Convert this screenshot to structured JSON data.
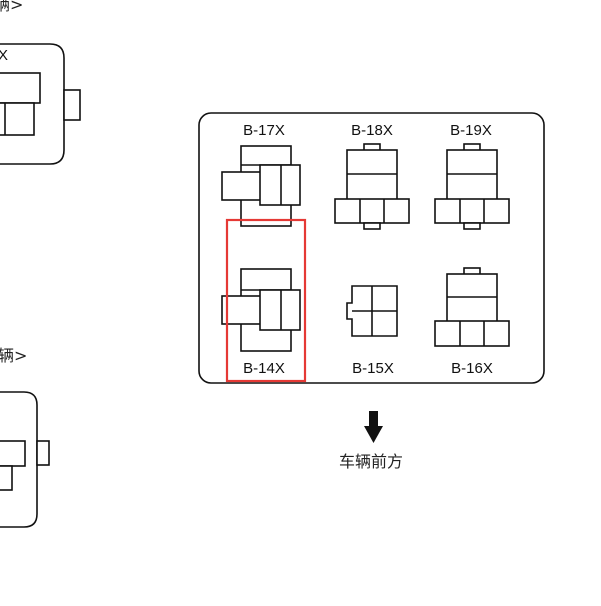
{
  "labels": {
    "top_left_partial": "辆>",
    "top_left_letter": "X",
    "mid_left_partial": "辆>",
    "b17": "B-17X",
    "b18": "B-18X",
    "b19": "B-19X",
    "b14": "B-14X",
    "b15": "B-15X",
    "b16": "B-16X",
    "direction": "车辆前方"
  },
  "colors": {
    "stroke": "#111111",
    "highlight": "#e53935"
  },
  "highlighted_connector": "B-14X"
}
